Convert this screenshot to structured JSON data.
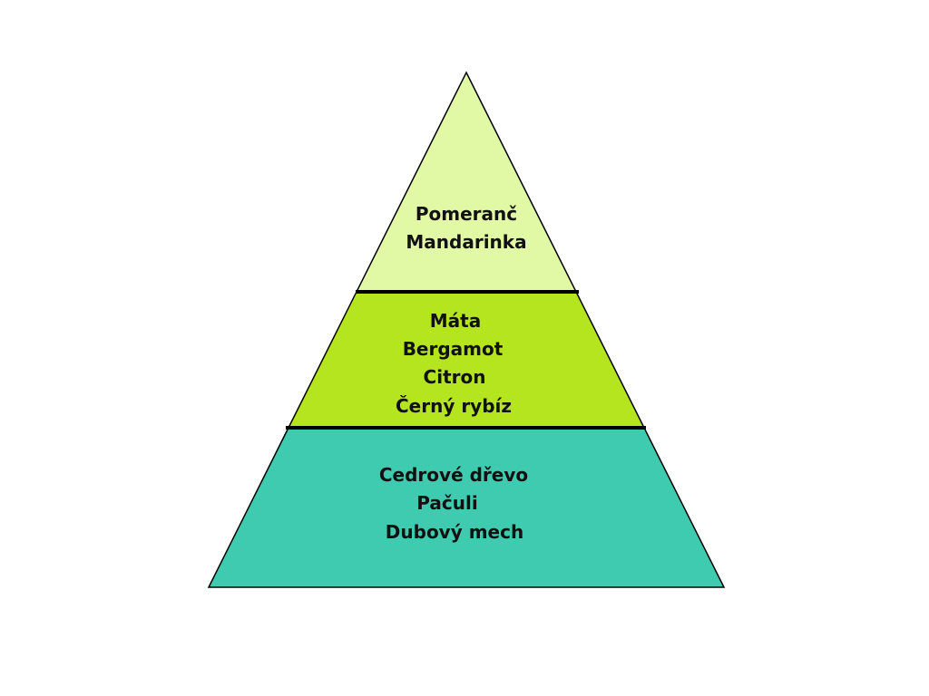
{
  "pyramid": {
    "tiers": [
      {
        "color": "#e1f8a4",
        "lines": [
          "Pomeranč",
          "Mandarinka"
        ]
      },
      {
        "color": "#b5e51f",
        "lines": [
          "Máta",
          "Bergamot",
          "Citron",
          "Černý rybíz"
        ]
      },
      {
        "color": "#3ecbb0",
        "lines": [
          "Cedrové dřevo",
          "Pačuli",
          "Dubový mech"
        ]
      }
    ],
    "divider_color": "#000000",
    "outline_color": "#000000"
  }
}
